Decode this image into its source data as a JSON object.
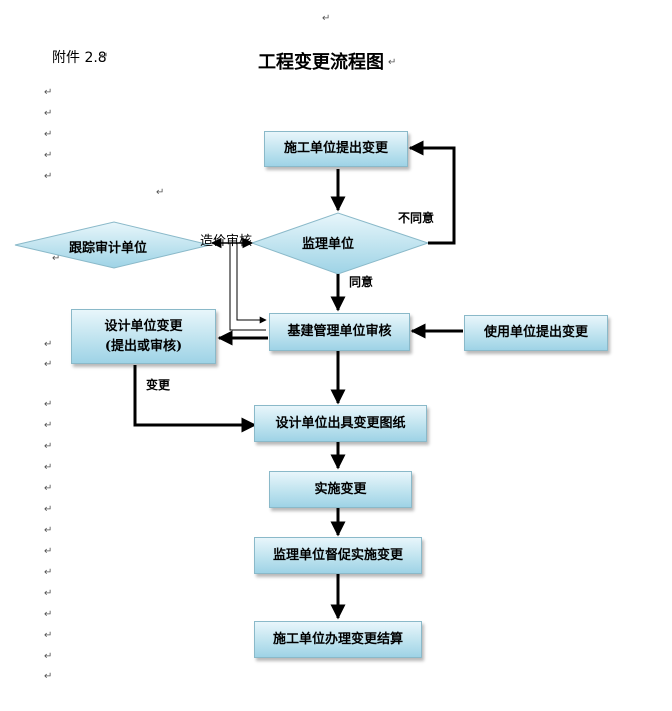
{
  "document": {
    "attachment_label": "附件 2.8",
    "title": "工程变更流程图",
    "paragraph_mark": "↵"
  },
  "nodes": {
    "contractor_proposes": "施工单位提出变更",
    "supervisor": "监理单位",
    "tracking_audit": "跟踪审计单位",
    "construction_mgmt": "基建管理单位审核",
    "user_proposes": "使用单位提出变更",
    "design_change_line1": "设计单位变更",
    "design_change_line2": "(提出或审核)",
    "design_drawings": "设计单位出具变更图纸",
    "implement": "实施变更",
    "supervise_implement": "监理单位督促实施变更",
    "contractor_settlement": "施工单位办理变更结算"
  },
  "edge_labels": {
    "disagree": "不同意",
    "agree": "同意",
    "cost_audit": "造价审核",
    "change": "变更"
  },
  "colors": {
    "box_top": "#e8f6fb",
    "box_bottom": "#9ed3e6",
    "arrow": "#000000"
  }
}
